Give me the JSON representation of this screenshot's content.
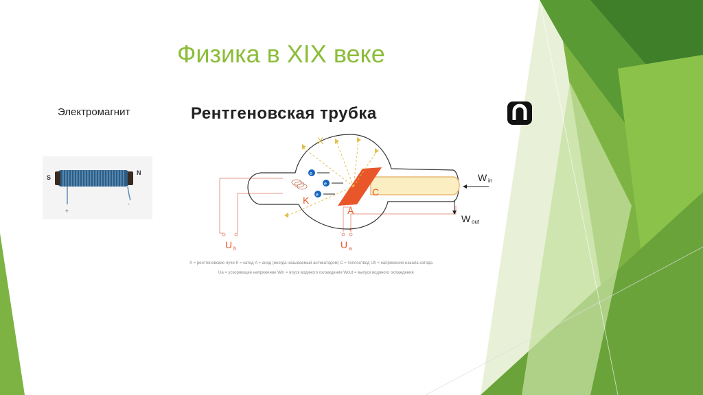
{
  "slide": {
    "title": "Физика в XIX веке",
    "electromagnet_caption": "Электромагнит",
    "xray_title": "Рентгеновская трубка"
  },
  "electromagnet": {
    "pole_s": "S",
    "pole_n": "N",
    "plus": "+",
    "minus": "-"
  },
  "xray_diagram": {
    "label_x": "X",
    "label_k": "K",
    "label_a": "A",
    "label_c": "C",
    "label_win": "W",
    "label_win_sub": "in",
    "label_wout": "W",
    "label_wout_sub": "out",
    "label_uh": "U",
    "label_uh_sub": "h",
    "label_ua": "U",
    "label_ua_sub": "a",
    "term_minus": "-",
    "term_plus": "+",
    "electron": "e",
    "legend_line1": "X = рентгеновские лучи    K = катод    A = анод (иногда называемый антикатодом)    C = теплоотвод    Uh = напряжение накала катода",
    "legend_line2": "Ua = ускоряющее напряжение    Win = впуск водяного охлаждения    Wout = выпуск водяного охлаждения"
  },
  "colors": {
    "title": "#8cbd3a",
    "green_dark": "#4e8a2e",
    "green_mid": "#7cb342",
    "green_light": "#aed581",
    "anode": "#e8562a",
    "wire": "#e59a8a",
    "xray": "#e2c04f",
    "electron": "#1565c0"
  },
  "icons": [
    "n-logo-icon"
  ]
}
